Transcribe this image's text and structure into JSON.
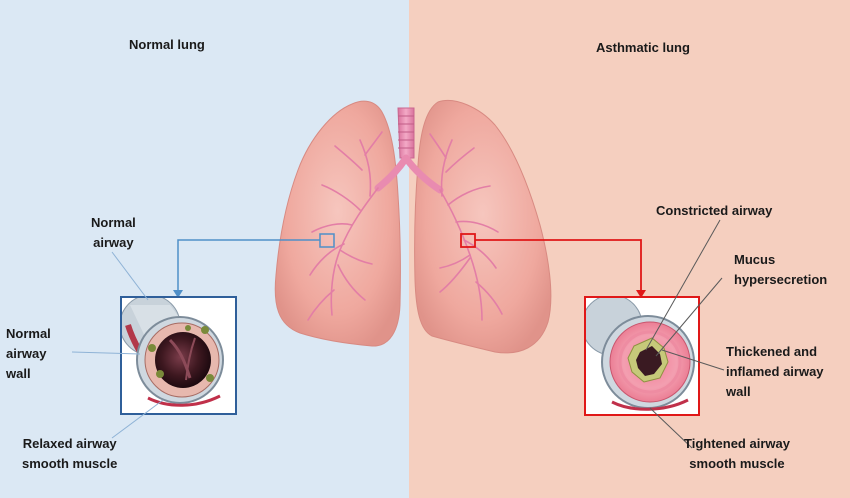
{
  "panels": {
    "left": {
      "title": "Normal lung",
      "bg": "#dbe8f4"
    },
    "right": {
      "title": "Asthmatic lung",
      "bg": "#f5cfbf"
    }
  },
  "left_labels": {
    "normal_airway": "Normal\nairway",
    "normal_airway_wall": "Normal\nairway\nwall",
    "relaxed_muscle": "Relaxed airway\nsmooth muscle"
  },
  "right_labels": {
    "constricted_airway": "Constricted airway",
    "mucus": "Mucus\nhypersecretion",
    "thickened_wall": "Thickened and\ninflamed airway\nwall",
    "tightened_muscle": "Tightened airway\nsmooth muscle"
  },
  "colors": {
    "normal_frame": "#2f5f9a",
    "normal_connector": "#4f8fc8",
    "asthma_frame": "#e01818",
    "lung": "#f0a8a0",
    "trachea": "#e98bb0"
  }
}
